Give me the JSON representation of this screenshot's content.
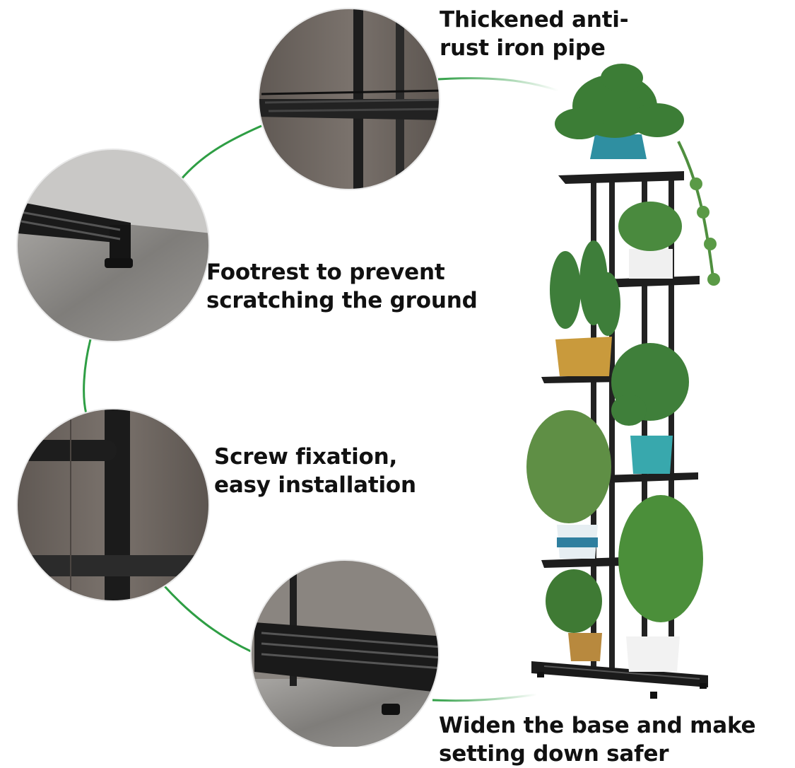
{
  "features": [
    {
      "id": "pipe",
      "lines": [
        "Thickened anti-",
        "rust iron pipe"
      ]
    },
    {
      "id": "footrest",
      "lines": [
        "Footrest to prevent",
        "scratching the ground"
      ]
    },
    {
      "id": "screw",
      "lines": [
        "Screw fixation,",
        "easy installation"
      ]
    },
    {
      "id": "base",
      "lines": [
        "Widen the base and make",
        "setting down safer"
      ]
    }
  ],
  "colors": {
    "connector": "#2e9e44",
    "frame": "#1c1c1c",
    "wall": "#6e6762",
    "floor": "#8e8c8a",
    "leaf": "#3f7f3a",
    "text": "#111111"
  },
  "icons": [
    "plant-stand",
    "detail-circle-pipe",
    "detail-circle-footrest",
    "detail-circle-screw",
    "detail-circle-base"
  ]
}
